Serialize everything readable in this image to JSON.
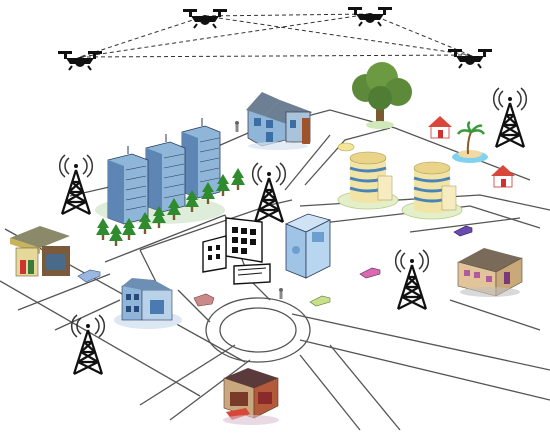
{
  "diagram": {
    "drones": [
      {
        "name": "drone-top-left"
      },
      {
        "name": "drone-top-right"
      },
      {
        "name": "drone-left"
      },
      {
        "name": "drone-right"
      }
    ],
    "towers": [
      "tower-top-right",
      "tower-left",
      "tower-center",
      "tower-right-mid",
      "tower-bottom-left"
    ],
    "buildings": [
      "office-towers",
      "house-top-center",
      "round-buildings",
      "gas-station",
      "hospital-building",
      "government-building",
      "box-building",
      "shop-right",
      "fire-station"
    ],
    "colors": {
      "road_line": "#555555",
      "drone": "#111111",
      "tree": "#2e8b2e",
      "building_blue": "#8fb6d8",
      "building_cream": "#f2e3a6",
      "brick": "#b25a3a",
      "roof_red": "#d9473b",
      "sand": "#f3d9a4",
      "water": "#7fd2f0"
    }
  }
}
